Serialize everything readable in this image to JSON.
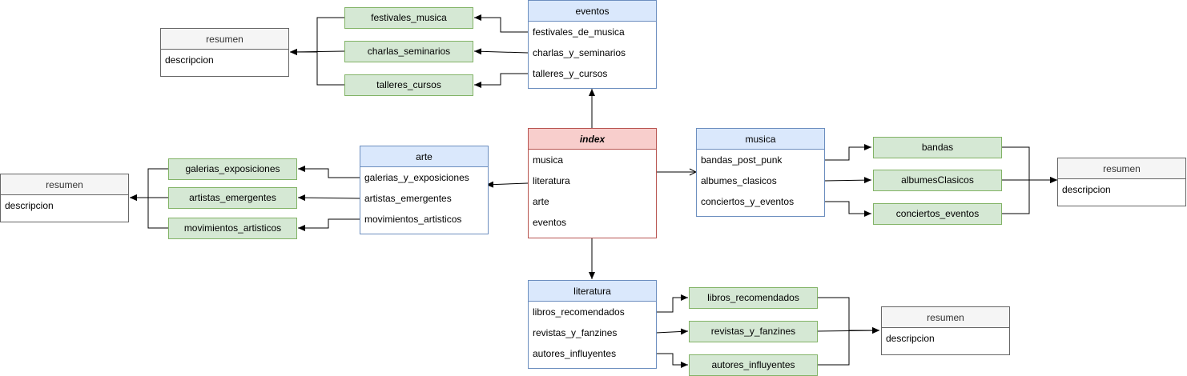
{
  "colors": {
    "blue_fill": "#dae8fc",
    "blue_stroke": "#6c8ebf",
    "red_fill": "#f8cecc",
    "red_stroke": "#b85450",
    "green_fill": "#d5e8d4",
    "green_stroke": "#82b366",
    "gray_fill": "#f5f5f5",
    "gray_stroke": "#666666"
  },
  "index": {
    "title": "index",
    "fields": [
      "musica",
      "literatura",
      "arte",
      "eventos"
    ]
  },
  "eventos": {
    "title": "eventos",
    "fields": [
      "festivales_de_musica",
      "charlas_y_seminarios",
      "talleres_y_cursos"
    ]
  },
  "arte": {
    "title": "arte",
    "fields": [
      "galerias_y_exposiciones",
      "artistas_emergentes",
      "movimientos_artisticos"
    ]
  },
  "musica": {
    "title": "musica",
    "fields": [
      "bandas_post_punk",
      "albumes_clasicos",
      "conciertos_y_eventos"
    ]
  },
  "literatura": {
    "title": "literatura",
    "fields": [
      "libros_recomendados",
      "revistas_y_fanzines",
      "autores_influyentes"
    ]
  },
  "eventos_nodes": [
    "festivales_musica",
    "charlas_seminarios",
    "talleres_cursos"
  ],
  "arte_nodes": [
    "galerias_exposiciones",
    "artistas_emergentes",
    "movimientos_artisticos"
  ],
  "musica_nodes": [
    "bandas",
    "albumesClasicos",
    "conciertos_eventos"
  ],
  "literatura_nodes": [
    "libros_recomendados",
    "revistas_y_fanzines",
    "autores_influyentes"
  ],
  "resumen_eventos": {
    "title": "resumen",
    "field": "descripcion"
  },
  "resumen_arte": {
    "title": "resumen",
    "field": "descripcion"
  },
  "resumen_musica": {
    "title": "resumen",
    "field": "descripcion"
  },
  "resumen_literatura": {
    "title": "resumen",
    "field": "descripcion"
  }
}
